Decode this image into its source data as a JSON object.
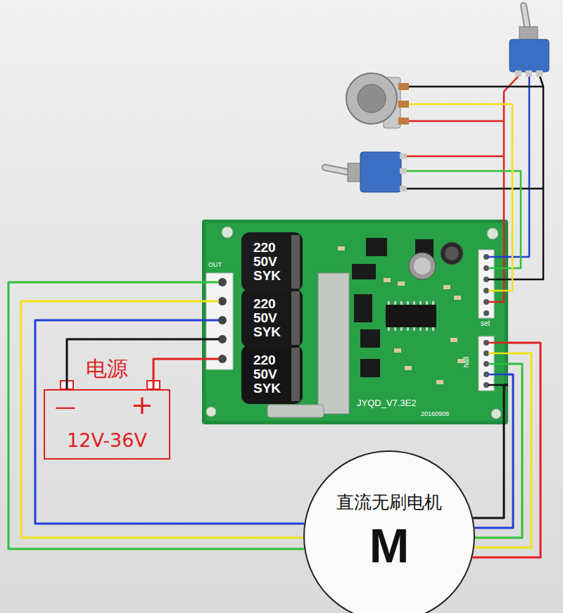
{
  "diagram": {
    "nodes": [
      {
        "text": [
          "JYQD_V7.3E2",
          "20160908",
          "OUT",
          "set",
          "hall"
        ]
      },
      {
        "text": [
          "220 50V SYK"
        ],
        "in": 0
      },
      {
        "text": [
          "220 50V SYK"
        ],
        "in": 0
      },
      {
        "text": [
          "220 50V SYK"
        ],
        "in": 0
      },
      {
        "text": [
          "电源",
          "—",
          "+",
          "12V-36V"
        ]
      },
      {
        "text": [
          "直流无刷电机",
          "M"
        ]
      }
    ],
    "edges": [
      {
        "from": 0,
        "to": 5,
        "arrow": "none"
      },
      {
        "from": 0,
        "to": 5,
        "arrow": "none"
      },
      {
        "from": 0,
        "to": 5,
        "arrow": "none"
      },
      {
        "from": 0,
        "to": 4,
        "arrow": "none"
      },
      {
        "from": 0,
        "to": 4,
        "arrow": "none"
      },
      {
        "from": 0,
        "to": 5,
        "arrow": "none"
      },
      {
        "from": 0,
        "to": 5,
        "arrow": "none"
      },
      {
        "from": 0,
        "to": 5,
        "arrow": "none"
      },
      {
        "from": 0,
        "to": 5,
        "arrow": "none"
      },
      {
        "from": 0,
        "to": 5,
        "arrow": "none"
      }
    ]
  }
}
